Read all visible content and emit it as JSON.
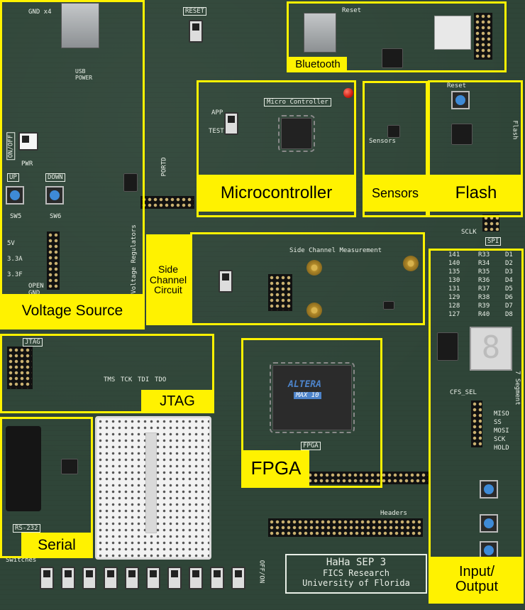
{
  "labels": {
    "bluetooth": "Bluetooth",
    "microcontroller": "Microcontroller",
    "sensors": "Sensors",
    "flash": "Flash",
    "side_channel": "Side\nChannel\nCircuit",
    "voltage_source": "Voltage Source",
    "jtag": "JTAG",
    "fpga": "FPGA",
    "serial": "Serial",
    "input_output": "Input/\nOutput"
  },
  "silkscreen": {
    "board_title": "HaHa SEP 3",
    "board_org": "FICS Research",
    "board_univ": "University of Florida",
    "micro_controller": "Micro Controller",
    "side_channel_measurement": "Side Channel Measurement",
    "usb_power": "USB POWER",
    "reset": "RESET",
    "pwr": "PWR",
    "on_off": "ON/OFF",
    "up": "UP",
    "down": "DOWN",
    "sw5": "SW5",
    "sw6": "SW6",
    "jtag_silk": "JTAG",
    "tms": "TMS",
    "tck": "TCK",
    "tdi": "TDI",
    "tdo": "TDO",
    "rs232": "RS-232",
    "switches": "Switches",
    "off_on": "OFF/ON",
    "fpga_silk": "FPGA",
    "altera": "ALTERA",
    "max10": "MAX 10",
    "spi": "SPI",
    "sclk": "SCLK",
    "seven_segment": "7 Segment",
    "headers": "Headers",
    "gnd_x4": "GND x4",
    "app": "APP",
    "test": "TEST",
    "portd": "PORTD",
    "sensors_silk": "Sensors",
    "flash_silk": "Flash",
    "reset_small": "Reset",
    "v5": "5V",
    "v33": "3.3A",
    "v33f": "3.3F",
    "open": "OPEN",
    "gnd": "GND",
    "voltage_regulators": "Voltage Regulators",
    "cfs_sel": "CFS_SEL",
    "miso": "MISO",
    "mosi": "MOSI",
    "sck": "SCK",
    "ss": "SS",
    "hold": "HOLD",
    "seg_digit": "8",
    "io_ref": [
      "R33",
      "R34",
      "R35",
      "R36",
      "R37",
      "R38",
      "R39",
      "R40"
    ],
    "io_leds": [
      "D1",
      "D2",
      "D3",
      "D4",
      "D5",
      "D6",
      "D7",
      "D8"
    ],
    "io_pins": [
      "141",
      "140",
      "135",
      "130",
      "131",
      "129",
      "128",
      "127"
    ]
  },
  "colors": {
    "highlight": "#fff200",
    "pcb": "#2f4538",
    "silk": "#e9efe7"
  }
}
